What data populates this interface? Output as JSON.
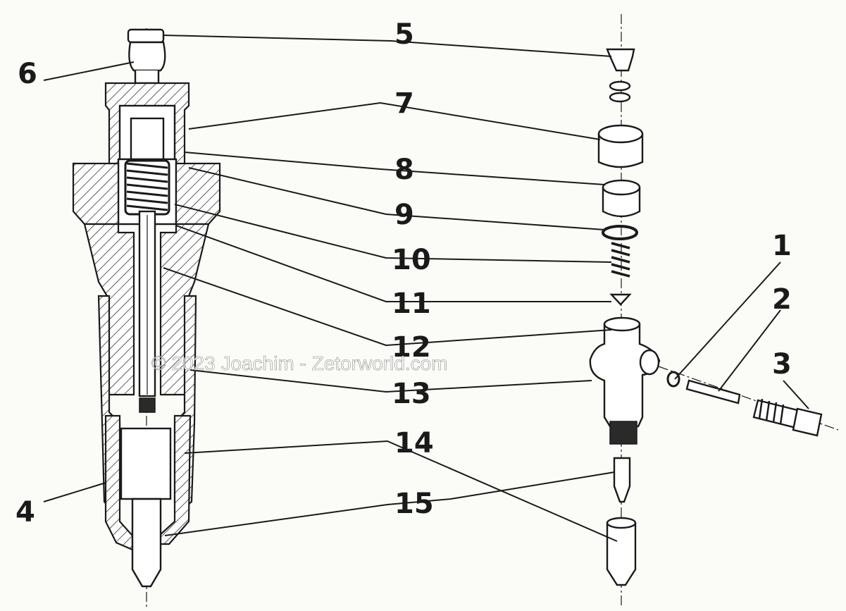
{
  "diagram": {
    "callouts": [
      {
        "id": "c5",
        "label": "5"
      },
      {
        "id": "c6",
        "label": "6"
      },
      {
        "id": "c7",
        "label": "7"
      },
      {
        "id": "c8",
        "label": "8"
      },
      {
        "id": "c9",
        "label": "9"
      },
      {
        "id": "c10",
        "label": "10"
      },
      {
        "id": "c11",
        "label": "11"
      },
      {
        "id": "c12",
        "label": "12"
      },
      {
        "id": "c13",
        "label": "13"
      },
      {
        "id": "c14",
        "label": "14"
      },
      {
        "id": "c15",
        "label": "15"
      },
      {
        "id": "c1",
        "label": "1"
      },
      {
        "id": "c2",
        "label": "2"
      },
      {
        "id": "c3",
        "label": "3"
      },
      {
        "id": "c4",
        "label": "4"
      }
    ],
    "watermark": "© 2023 Joachim - Zetorworld.com",
    "colors": {
      "ink": "#1a1a1a",
      "paper": "#fbfbf8"
    }
  }
}
